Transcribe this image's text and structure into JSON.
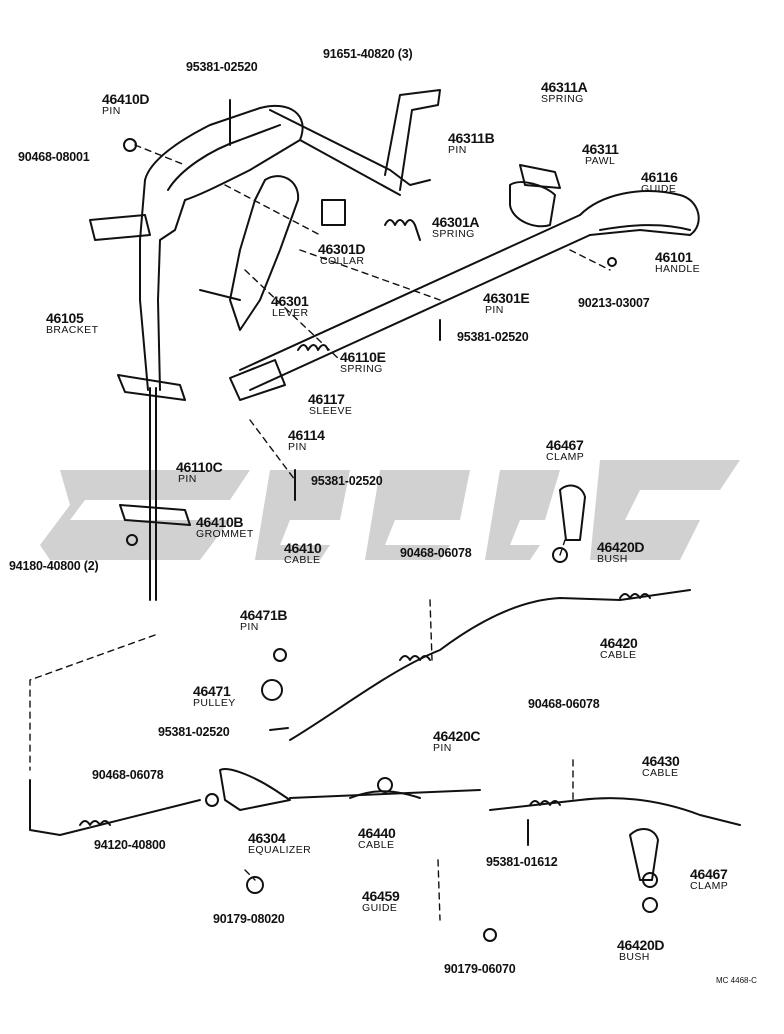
{
  "diagram": {
    "ref_code": "MC 4468-C",
    "watermark_color": "#c9c9c9",
    "ink_color": "#111111"
  },
  "parts": {
    "p46410D": {
      "number": "46410D",
      "name": "PIN"
    },
    "p95381_02520_top": {
      "number": "95381-02520"
    },
    "p91651_40820": {
      "number": "91651-40820 (3)"
    },
    "p46311A": {
      "number": "46311A",
      "name": "SPRING"
    },
    "p46311B": {
      "number": "46311B",
      "name": "PIN"
    },
    "p46311": {
      "number": "46311",
      "name": "PAWL"
    },
    "p46116": {
      "number": "46116",
      "name": "GUIDE"
    },
    "p90468_08001": {
      "number": "90468-08001"
    },
    "p46301A": {
      "number": "46301A",
      "name": "SPRING"
    },
    "p46301D": {
      "number": "46301D",
      "name": "COLLAR"
    },
    "p46101": {
      "number": "46101",
      "name": "HANDLE"
    },
    "p46301E": {
      "number": "46301E",
      "name": "PIN"
    },
    "p90213_03007": {
      "number": "90213-03007"
    },
    "p46105": {
      "number": "46105",
      "name": "BRACKET"
    },
    "p46301": {
      "number": "46301",
      "name": "LEVER"
    },
    "p95381_02520_mid": {
      "number": "95381-02520"
    },
    "p46110E": {
      "number": "46110E",
      "name": "SPRING"
    },
    "p46117": {
      "number": "46117",
      "name": "SLEEVE"
    },
    "p46114": {
      "number": "46114",
      "name": "PIN"
    },
    "p46467_top": {
      "number": "46467",
      "name": "CLAMP"
    },
    "p46110C": {
      "number": "46110C",
      "name": "PIN"
    },
    "p95381_02520_low": {
      "number": "95381-02520"
    },
    "p46410B": {
      "number": "46410B",
      "name": "GROMMET"
    },
    "p46420D_top": {
      "number": "46420D",
      "name": "BUSH"
    },
    "p46410": {
      "number": "46410",
      "name": "CABLE"
    },
    "p94180_40800": {
      "number": "94180-40800 (2)"
    },
    "p90468_06078_mid": {
      "number": "90468-06078"
    },
    "p46471B": {
      "number": "46471B",
      "name": "PIN"
    },
    "p46420": {
      "number": "46420",
      "name": "CABLE"
    },
    "p46471": {
      "number": "46471",
      "name": "PULLEY"
    },
    "p90468_06078_right": {
      "number": "90468-06078"
    },
    "p95381_02520_bot": {
      "number": "95381-02520"
    },
    "p46420C": {
      "number": "46420C",
      "name": "PIN"
    },
    "p46430": {
      "number": "46430",
      "name": "CABLE"
    },
    "p90468_06078_left": {
      "number": "90468-06078"
    },
    "p94120_40800": {
      "number": "94120-40800"
    },
    "p46304": {
      "number": "46304",
      "name": "EQUALIZER"
    },
    "p46440": {
      "number": "46440",
      "name": "CABLE"
    },
    "p95381_01612": {
      "number": "95381-01612"
    },
    "p46467_bot": {
      "number": "46467",
      "name": "CLAMP"
    },
    "p90179_08020": {
      "number": "90179-08020"
    },
    "p46459": {
      "number": "46459",
      "name": "GUIDE"
    },
    "p46420D_bot": {
      "number": "46420D",
      "name": "BUSH"
    },
    "p90179_06070": {
      "number": "90179-06070"
    }
  }
}
